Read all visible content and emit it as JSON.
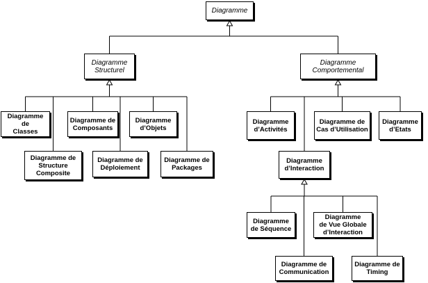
{
  "nodes": {
    "root": {
      "label": "Diagramme"
    },
    "structurel": {
      "label": "Diagramme\nStructurel"
    },
    "comportemental": {
      "label": "Diagramme\nComportemental"
    },
    "classes": {
      "label": "Diagramme de\nClasses"
    },
    "composants": {
      "label": "Diagramme de\nComposants"
    },
    "objets": {
      "label": "Diagramme\nd’Objets"
    },
    "structure": {
      "label": "Diagramme de\nStructure\nComposite"
    },
    "deploiement": {
      "label": "Diagramme de\nDéploiement"
    },
    "packages": {
      "label": "Diagramme de\nPackages"
    },
    "activites": {
      "label": "Diagramme\nd’Activités"
    },
    "cas": {
      "label": "Diagramme de\nCas d’Utilisation"
    },
    "etats": {
      "label": "Diagramme\nd’Etats"
    },
    "interaction": {
      "label": "Diagramme\nd’Interaction"
    },
    "sequence": {
      "label": "Diagramme\nde Séquence"
    },
    "vue": {
      "label": "Diagramme\nde Vue Globale\nd’Interaction"
    },
    "communication": {
      "label": "Diagramme de\nCommunication"
    },
    "timing": {
      "label": "Diagramme de\nTiming"
    }
  },
  "edges": [
    {
      "from": "structurel",
      "to": "root"
    },
    {
      "from": "comportemental",
      "to": "root"
    },
    {
      "from": "classes",
      "to": "structurel"
    },
    {
      "from": "structure",
      "to": "structurel"
    },
    {
      "from": "composants",
      "to": "structurel"
    },
    {
      "from": "deploiement",
      "to": "structurel"
    },
    {
      "from": "objets",
      "to": "structurel"
    },
    {
      "from": "packages",
      "to": "structurel"
    },
    {
      "from": "activites",
      "to": "comportemental"
    },
    {
      "from": "interaction",
      "to": "comportemental"
    },
    {
      "from": "cas",
      "to": "comportemental"
    },
    {
      "from": "etats",
      "to": "comportemental"
    },
    {
      "from": "sequence",
      "to": "interaction"
    },
    {
      "from": "communication",
      "to": "interaction"
    },
    {
      "from": "vue",
      "to": "interaction"
    },
    {
      "from": "timing",
      "to": "interaction"
    }
  ]
}
